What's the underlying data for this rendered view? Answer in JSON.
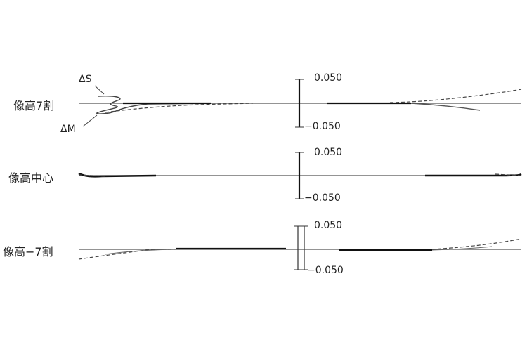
{
  "rows": [
    {
      "label": "像高7割",
      "scale_top": "0.050",
      "scale_bottom": "−0.050"
    },
    {
      "label": "像高中心",
      "scale_top": "0.050",
      "scale_bottom": "−0.050"
    },
    {
      "label": "像高−7割",
      "scale_top": "0.050",
      "scale_bottom": "−0.050"
    }
  ],
  "annotations": {
    "delta_s": "ΔS",
    "delta_m": "ΔM"
  },
  "colors": {
    "axis": "#555555",
    "curve": "#111111",
    "background": "#ffffff"
  }
}
